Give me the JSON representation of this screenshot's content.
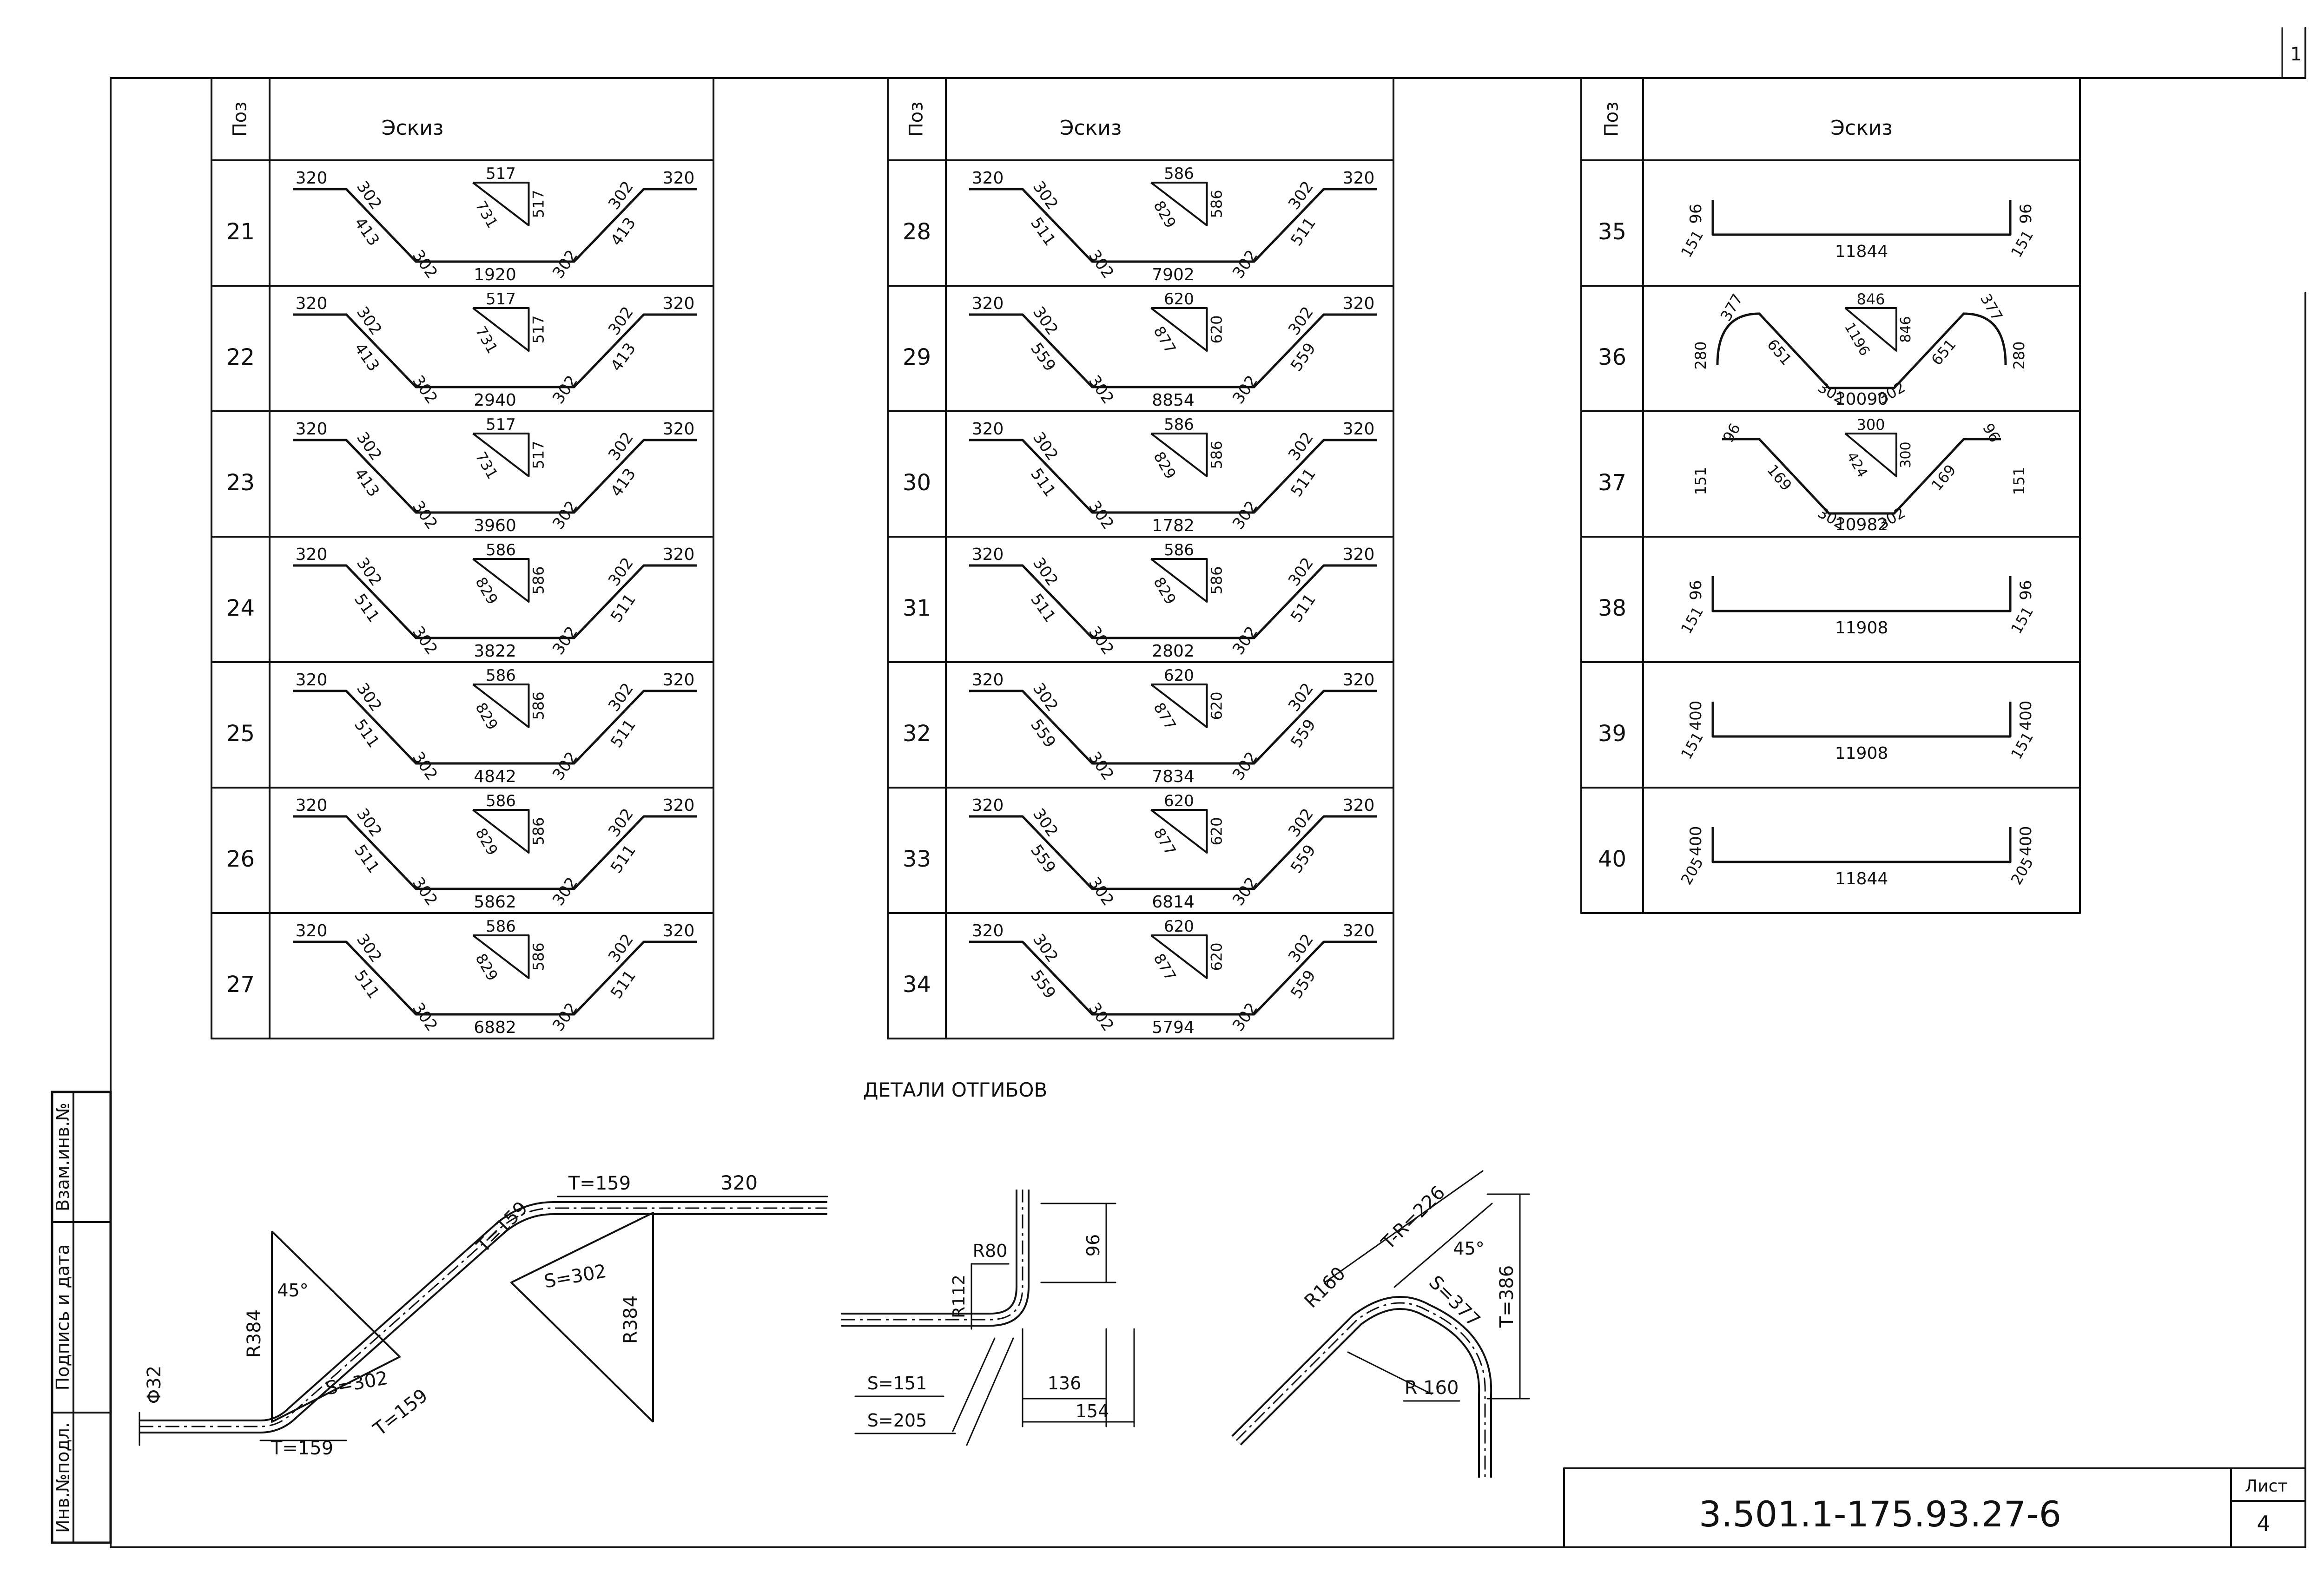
{
  "sheet_corner_number": "1",
  "column_headers": {
    "pos": "Поз",
    "sketch": "Эскиз"
  },
  "table1": [
    {
      "pos": "21",
      "a": "320",
      "b": "302",
      "diag": "413",
      "mid": "1920",
      "tri_top": "517",
      "tri_side": "517",
      "tri_hyp": "731"
    },
    {
      "pos": "22",
      "a": "320",
      "b": "302",
      "diag": "413",
      "mid": "2940",
      "tri_top": "517",
      "tri_side": "517",
      "tri_hyp": "731"
    },
    {
      "pos": "23",
      "a": "320",
      "b": "302",
      "diag": "413",
      "mid": "3960",
      "tri_top": "517",
      "tri_side": "517",
      "tri_hyp": "731"
    },
    {
      "pos": "24",
      "a": "320",
      "b": "302",
      "diag": "511",
      "mid": "3822",
      "tri_top": "586",
      "tri_side": "586",
      "tri_hyp": "829"
    },
    {
      "pos": "25",
      "a": "320",
      "b": "302",
      "diag": "511",
      "mid": "4842",
      "tri_top": "586",
      "tri_side": "586",
      "tri_hyp": "829"
    },
    {
      "pos": "26",
      "a": "320",
      "b": "302",
      "diag": "511",
      "mid": "5862",
      "tri_top": "586",
      "tri_side": "586",
      "tri_hyp": "829"
    },
    {
      "pos": "27",
      "a": "320",
      "b": "302",
      "diag": "511",
      "mid": "6882",
      "tri_top": "586",
      "tri_side": "586",
      "tri_hyp": "829"
    }
  ],
  "table2": [
    {
      "pos": "28",
      "a": "320",
      "b": "302",
      "diag": "511",
      "mid": "7902",
      "tri_top": "586",
      "tri_side": "586",
      "tri_hyp": "829"
    },
    {
      "pos": "29",
      "a": "320",
      "b": "302",
      "diag": "559",
      "mid": "8854",
      "tri_top": "620",
      "tri_side": "620",
      "tri_hyp": "877"
    },
    {
      "pos": "30",
      "a": "320",
      "b": "302",
      "diag": "511",
      "mid": "1782",
      "tri_top": "586",
      "tri_side": "586",
      "tri_hyp": "829"
    },
    {
      "pos": "31",
      "a": "320",
      "b": "302",
      "diag": "511",
      "mid": "2802",
      "tri_top": "586",
      "tri_side": "586",
      "tri_hyp": "829"
    },
    {
      "pos": "32",
      "a": "320",
      "b": "302",
      "diag": "559",
      "mid": "7834",
      "tri_top": "620",
      "tri_side": "620",
      "tri_hyp": "877"
    },
    {
      "pos": "33",
      "a": "320",
      "b": "302",
      "diag": "559",
      "mid": "6814",
      "tri_top": "620",
      "tri_side": "620",
      "tri_hyp": "877"
    },
    {
      "pos": "34",
      "a": "320",
      "b": "302",
      "diag": "559",
      "mid": "5794",
      "tri_top": "620",
      "tri_side": "620",
      "tri_hyp": "877"
    }
  ],
  "table3": [
    {
      "pos": "35",
      "kind": "straight",
      "left_top": "96",
      "left_bot": "151",
      "mid": "11844",
      "right_top": "96",
      "right_bot": "151"
    },
    {
      "pos": "36",
      "kind": "arch",
      "left_edge": "280",
      "left_top": "377",
      "left_diag": "651",
      "left_bend": "302",
      "mid": "10090",
      "right_bend": "302",
      "right_diag": "651",
      "right_top": "377",
      "right_edge": "280",
      "tri_top": "846",
      "tri_side": "846",
      "tri_hyp": "1196"
    },
    {
      "pos": "37",
      "kind": "tray",
      "left_edge": "151",
      "left_top": "96",
      "left_diag": "169",
      "left_bend": "302",
      "mid": "10982",
      "right_bend": "302",
      "right_diag": "169",
      "right_top": "96",
      "right_edge": "151",
      "tri_top": "300",
      "tri_side": "300",
      "tri_hyp": "424"
    },
    {
      "pos": "38",
      "kind": "straight",
      "left_top": "96",
      "left_bot": "151",
      "mid": "11908",
      "right_top": "96",
      "right_bot": "151"
    },
    {
      "pos": "39",
      "kind": "straight",
      "left_top": "400",
      "left_bot": "151",
      "mid": "11908",
      "right_top": "400",
      "right_bot": "151"
    },
    {
      "pos": "40",
      "kind": "straight",
      "left_top": "400",
      "left_bot": "205",
      "mid": "11844",
      "right_top": "400",
      "right_bot": "205"
    }
  ],
  "details": {
    "title": "ДЕТАЛИ ОТГИБОВ",
    "d1": {
      "diam": "Φ32",
      "t_bottom": "T=159",
      "t_diag_low": "T=159",
      "t_diag_high": "T=159",
      "t_top": "T=159",
      "len_top": "320",
      "r_left": "R384",
      "r_right": "R384",
      "s_low": "S=302",
      "s_high": "S=302",
      "angle": "45°"
    },
    "d2": {
      "r_inner": "R80",
      "r_outer": "R112",
      "dim_vert": "96",
      "dim_136": "136",
      "dim_154": "154",
      "s1": "S=151",
      "s2": "S=205"
    },
    "d3": {
      "r_top": "R160",
      "r_bottom": "R 160",
      "t_r": "T-R=226",
      "s": "S=377",
      "t": "T=386",
      "angle": "45°"
    }
  },
  "side_stamp": {
    "c1": "Инв.№подл.",
    "c2": "Подпись и дата",
    "c3": "Взам.инв.№"
  },
  "title_block": {
    "code": "3.501.1-175.93.27-6",
    "sheet_label": "Лист",
    "sheet_no": "4"
  }
}
